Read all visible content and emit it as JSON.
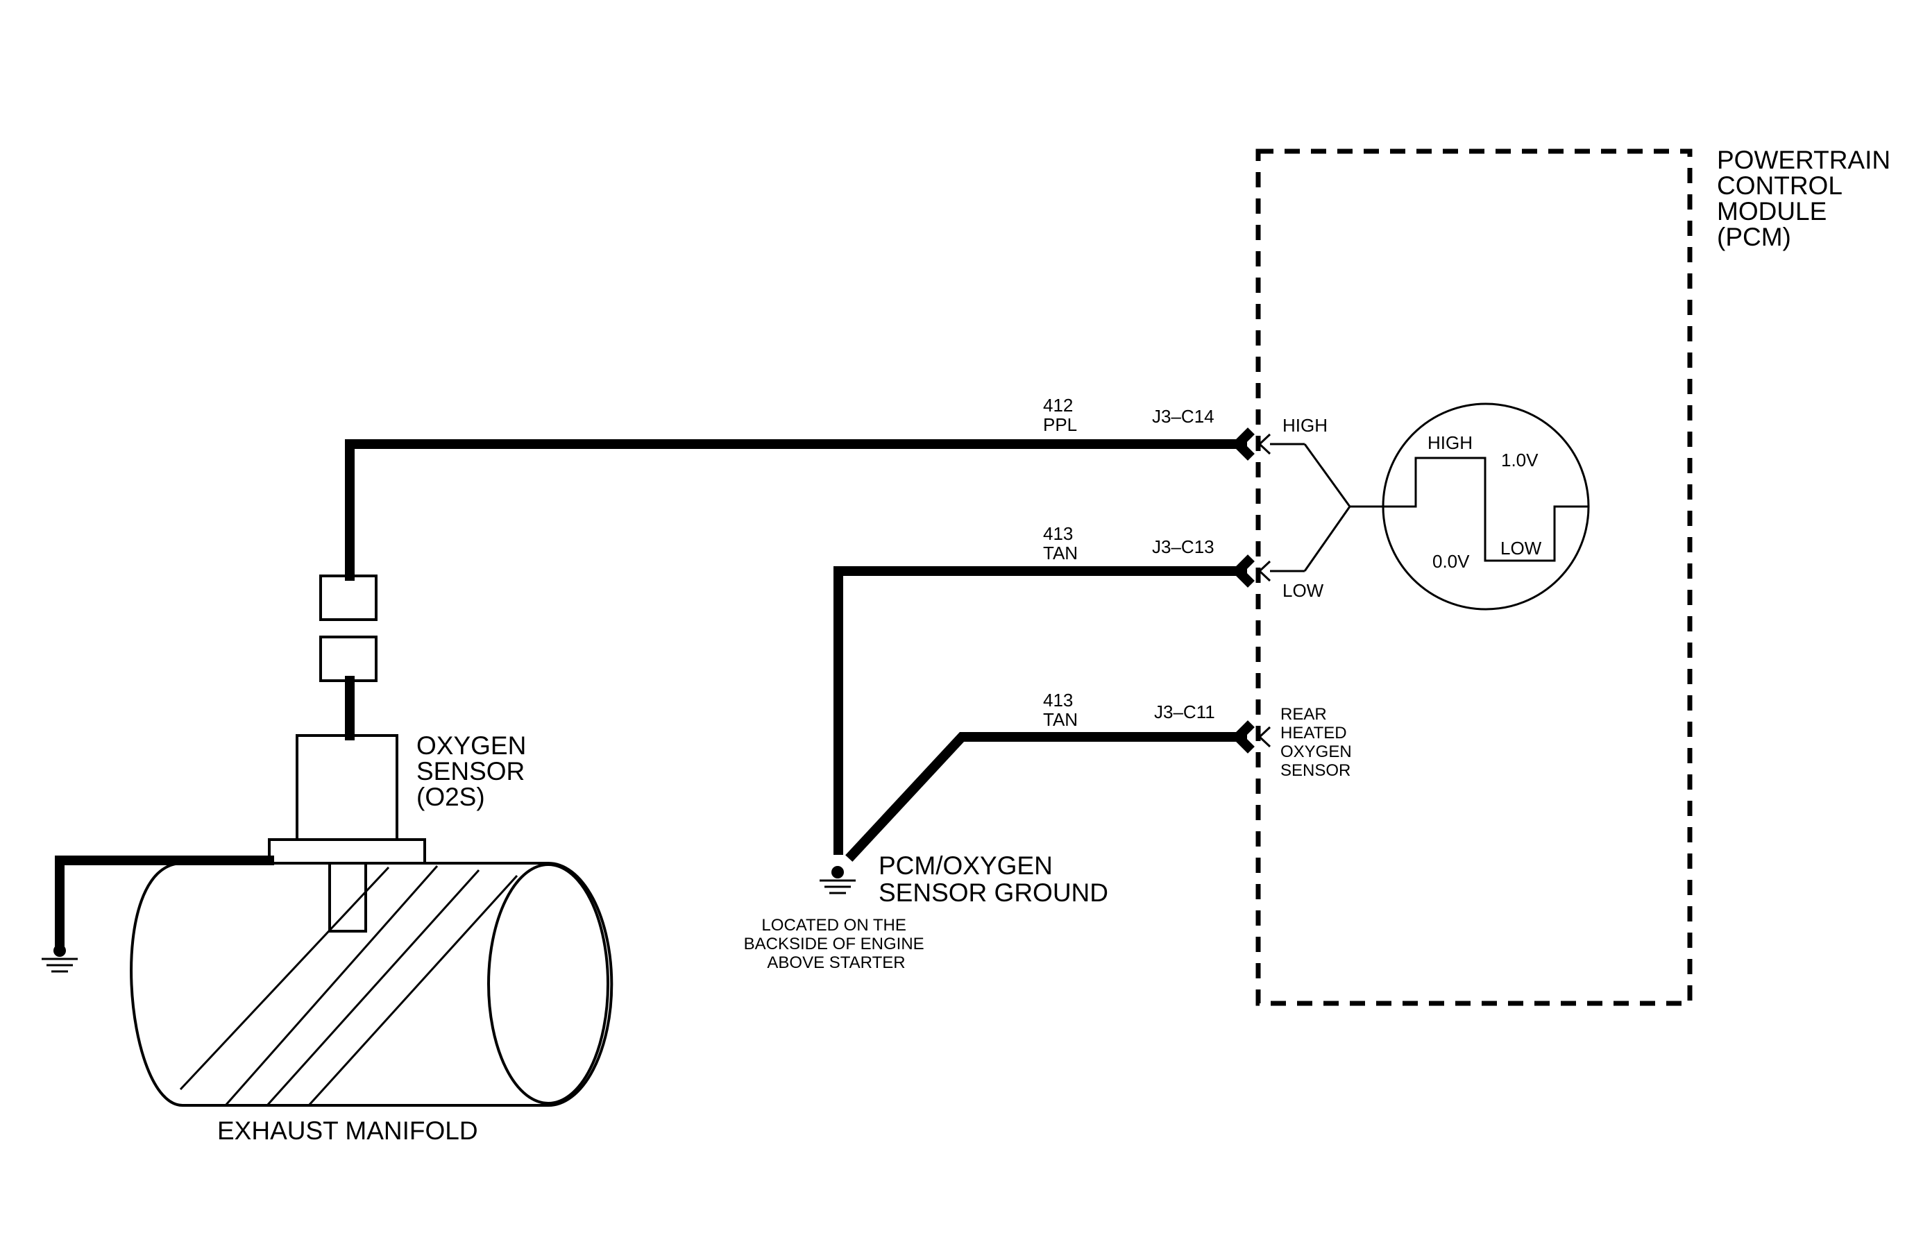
{
  "pcm": {
    "title_lines": [
      "POWERTRAIN",
      "CONTROL",
      "MODULE",
      "(PCM)"
    ]
  },
  "oxygen_sensor": {
    "label_lines": [
      "OXYGEN",
      "SENSOR",
      "(O2S)"
    ]
  },
  "exhaust_manifold": {
    "label": "EXHAUST MANIFOLD"
  },
  "ground": {
    "label_lines": [
      "PCM/OXYGEN",
      "SENSOR GROUND"
    ],
    "location_lines": [
      "LOCATED ON THE",
      "BACKSIDE OF ENGINE",
      "ABOVE STARTER"
    ]
  },
  "circuits": [
    {
      "number": "412",
      "color": "PPL",
      "pin": "J3–C14",
      "terminal": "HIGH"
    },
    {
      "number": "413",
      "color": "TAN",
      "pin": "J3–C13",
      "terminal": "LOW"
    },
    {
      "number": "413",
      "color": "TAN",
      "pin": "J3–C11",
      "terminal_lines": [
        "REAR",
        "HEATED",
        "OXYGEN",
        "SENSOR"
      ]
    }
  ],
  "signal": {
    "high_label": "HIGH",
    "low_label": "LOW",
    "high_voltage": "1.0V",
    "low_voltage": "0.0V"
  }
}
